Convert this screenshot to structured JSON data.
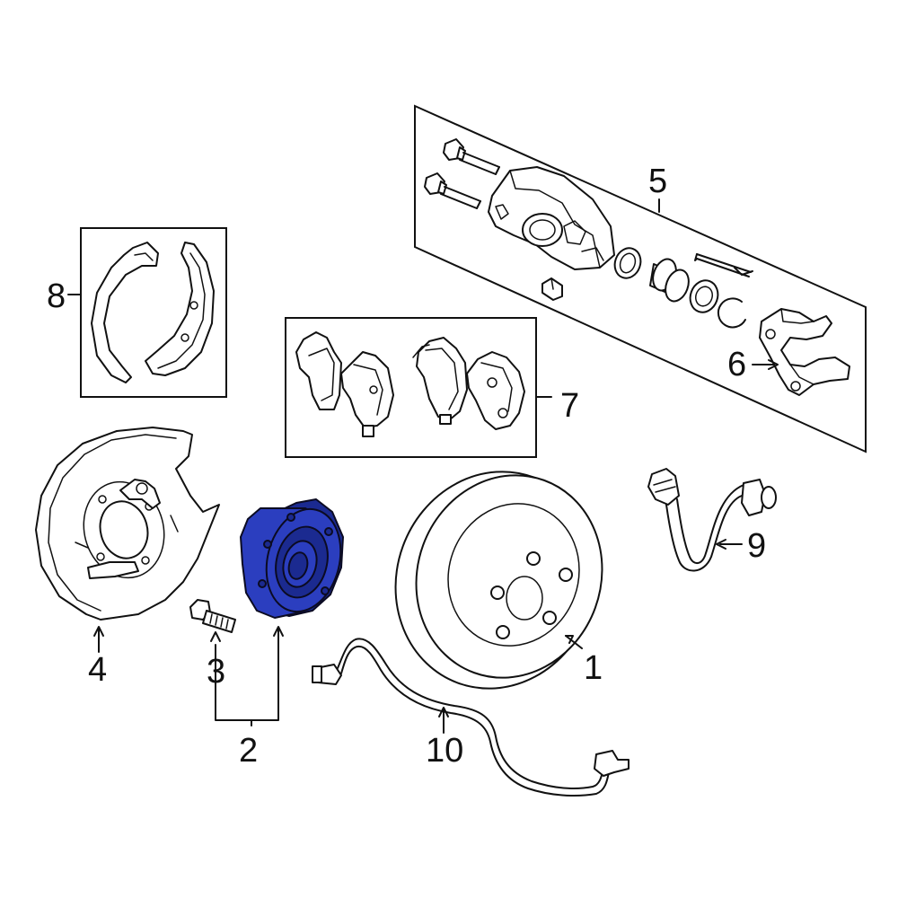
{
  "highlight_color": "#2b3ebf",
  "callouts": {
    "c1": "1",
    "c2": "2",
    "c3": "3",
    "c4": "4",
    "c5": "5",
    "c6": "6",
    "c7": "7",
    "c8": "8",
    "c9": "9",
    "c10": "10"
  },
  "parts": [
    {
      "ref": "1",
      "icon": "brake-rotor-icon"
    },
    {
      "ref": "2",
      "icon": "hub-assembly-icon",
      "highlighted": true
    },
    {
      "ref": "3",
      "icon": "hub-bolt-icon"
    },
    {
      "ref": "4",
      "icon": "backing-plate-icon"
    },
    {
      "ref": "5",
      "icon": "caliper-assembly-icon"
    },
    {
      "ref": "6",
      "icon": "caliper-bracket-icon"
    },
    {
      "ref": "7",
      "icon": "brake-pads-icon"
    },
    {
      "ref": "8",
      "icon": "parking-brake-shoes-icon"
    },
    {
      "ref": "9",
      "icon": "brake-hose-icon"
    },
    {
      "ref": "10",
      "icon": "abs-sensor-icon"
    }
  ]
}
